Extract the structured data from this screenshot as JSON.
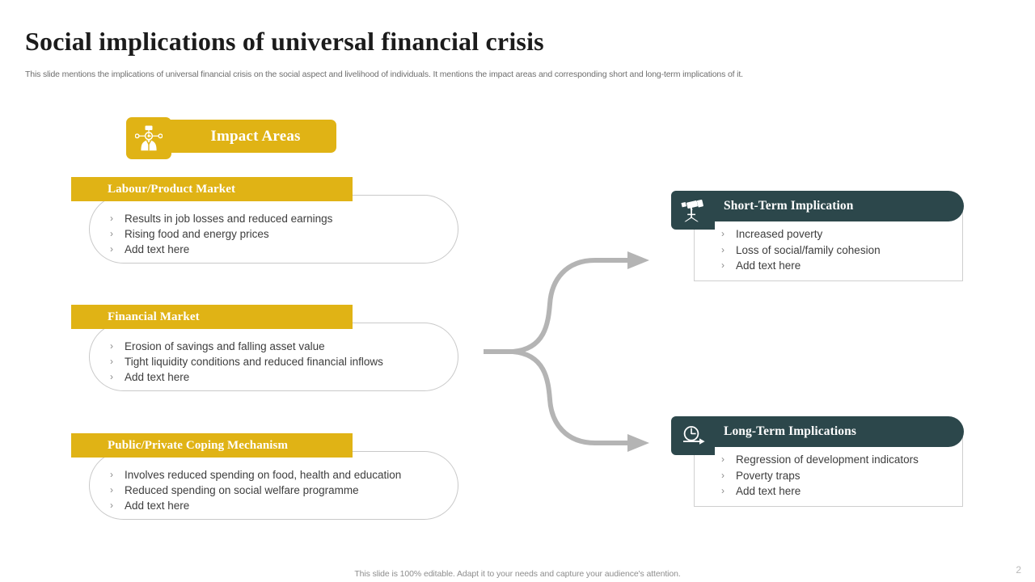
{
  "slide": {
    "title": "Social implications of universal financial crisis",
    "subtitle": "This slide mentions the implications of universal financial crisis on the social aspect and livelihood of individuals. It mentions the impact areas and corresponding short and long-term implications of it.",
    "footer_note": "This slide is 100% editable. Adapt it to your needs and capture your audience's attention.",
    "page_number": "2"
  },
  "colors": {
    "accent_yellow": "#E0B315",
    "accent_dark": "#2C474B",
    "body_text": "#3d3d3d",
    "muted_text": "#8e8e8e",
    "card_border": "#c9c9c9",
    "connector": "#b4b4b4"
  },
  "impact_banner": {
    "label": "Impact Areas",
    "icon": "people-network-icon"
  },
  "impact_areas": [
    {
      "header": "Labour/Product Market",
      "bullets": [
        "Results  in job losses and reduced earnings",
        "Rising food and energy prices",
        "Add text here"
      ]
    },
    {
      "header": "Financial Market",
      "bullets": [
        "Erosion of savings and falling asset value",
        "Tight liquidity conditions and reduced financial inflows",
        "Add text here"
      ]
    },
    {
      "header": "Public/Private Coping Mechanism",
      "bullets": [
        "Involves  reduced spending on food, health  and education",
        "Reduced spending on social welfare programme",
        "Add text here"
      ]
    }
  ],
  "implications": [
    {
      "header": "Short-Term Implication",
      "icon": "telescope-icon",
      "bullets": [
        "Increased poverty",
        "Loss of social/family cohesion",
        "Add text here"
      ]
    },
    {
      "header": "Long-Term Implications",
      "icon": "clock-forward-icon",
      "bullets": [
        "Regression of development indicators",
        "Poverty traps",
        "Add text here"
      ]
    }
  ],
  "bullet_marker": "›"
}
